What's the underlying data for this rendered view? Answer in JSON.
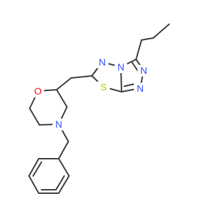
{
  "molecule": {
    "atom_labels": {
      "oxygen": "O",
      "morpholine_nitrogen": "N",
      "sulfur": "S",
      "thiadiazole_nitrogen_upper": "N",
      "bridgehead_nitrogen": "N",
      "triazole_nitrogen_right": "N",
      "triazole_nitrogen_lower": "N"
    },
    "colors": {
      "bond": "#3a3a3a",
      "oxygen": "#ff0d0d",
      "nitrogen": "#3050f8",
      "sulfur": "#c8c800"
    }
  }
}
